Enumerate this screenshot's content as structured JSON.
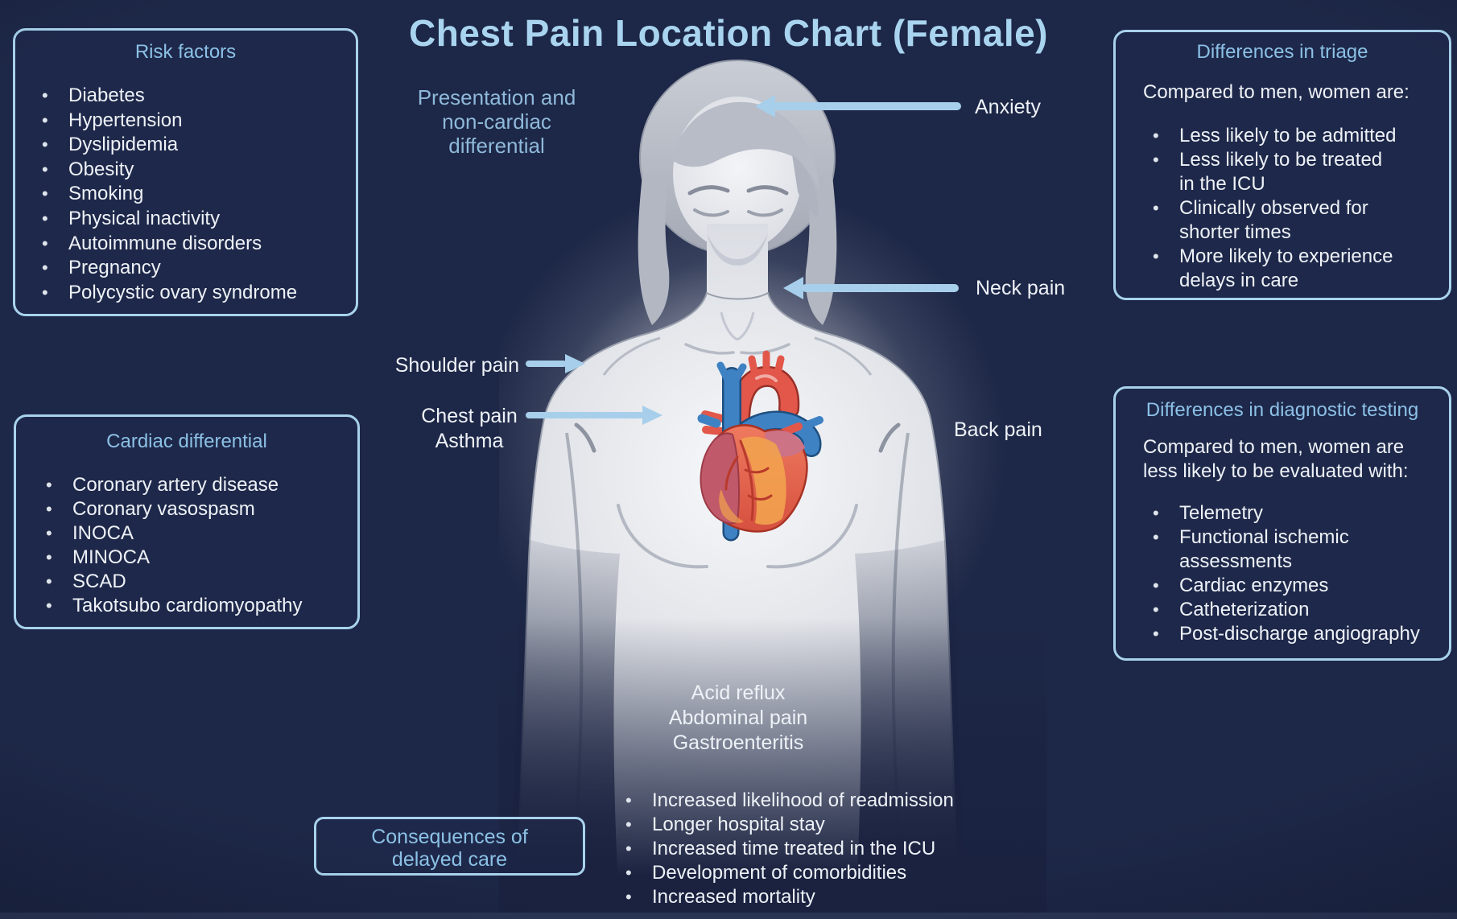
{
  "title": "Chest Pain Location Chart (Female)",
  "colors": {
    "background": "#1a2240",
    "panel_border": "#a8d2ec",
    "heading_blue": "#8cc1e6",
    "title_blue": "#a9d4ef",
    "body_text": "#eef2f7",
    "arrow_blue": "#a7cfeb",
    "muted_label_blue": "#8fb9da",
    "heart_red": "#e2574a",
    "vessel_blue": "#3f82c4"
  },
  "panels": {
    "risk_factors": {
      "heading": "Risk factors",
      "items": [
        "Diabetes",
        "Hypertension",
        "Dyslipidemia",
        "Obesity",
        "Smoking",
        "Physical inactivity",
        "Autoimmune disorders",
        "Pregnancy",
        "Polycystic ovary syndrome"
      ]
    },
    "cardiac_differential": {
      "heading": "Cardiac differential",
      "items": [
        "Coronary artery disease",
        "Coronary vasospasm",
        "INOCA",
        "MINOCA",
        "SCAD",
        "Takotsubo cardiomyopathy"
      ]
    },
    "triage": {
      "heading": "Differences in triage",
      "intro": "Compared to men, women are:",
      "items": [
        "Less likely to be admitted",
        "Less likely to be treated\nin the ICU",
        "Clinically observed for\nshorter times",
        "More likely to experience\ndelays in care"
      ]
    },
    "diagnostic_testing": {
      "heading": "Differences in diagnostic testing",
      "intro": "Compared to men, women are\nless likely to be evaluated with:",
      "items": [
        "Telemetry",
        "Functional ischemic\nassessments",
        "Cardiac enzymes",
        "Catheterization",
        "Post-discharge angiography"
      ]
    },
    "delayed_care": {
      "heading": "Consequences of\ndelayed care",
      "items": [
        "Increased likelihood of readmission",
        "Longer hospital stay",
        "Increased time treated in the ICU",
        "Development of comorbidities",
        "Increased mortality"
      ]
    }
  },
  "figure_labels": {
    "presentation": "Presentation and\nnon-cardiac\ndifferential",
    "anxiety": "Anxiety",
    "neck_pain": "Neck pain",
    "shoulder_pain": "Shoulder pain",
    "chest_pain": "Chest pain",
    "asthma": "Asthma",
    "back_pain": "Back pain",
    "abdomen": "Acid reflux\nAbdominal pain\nGastroenteritis"
  }
}
